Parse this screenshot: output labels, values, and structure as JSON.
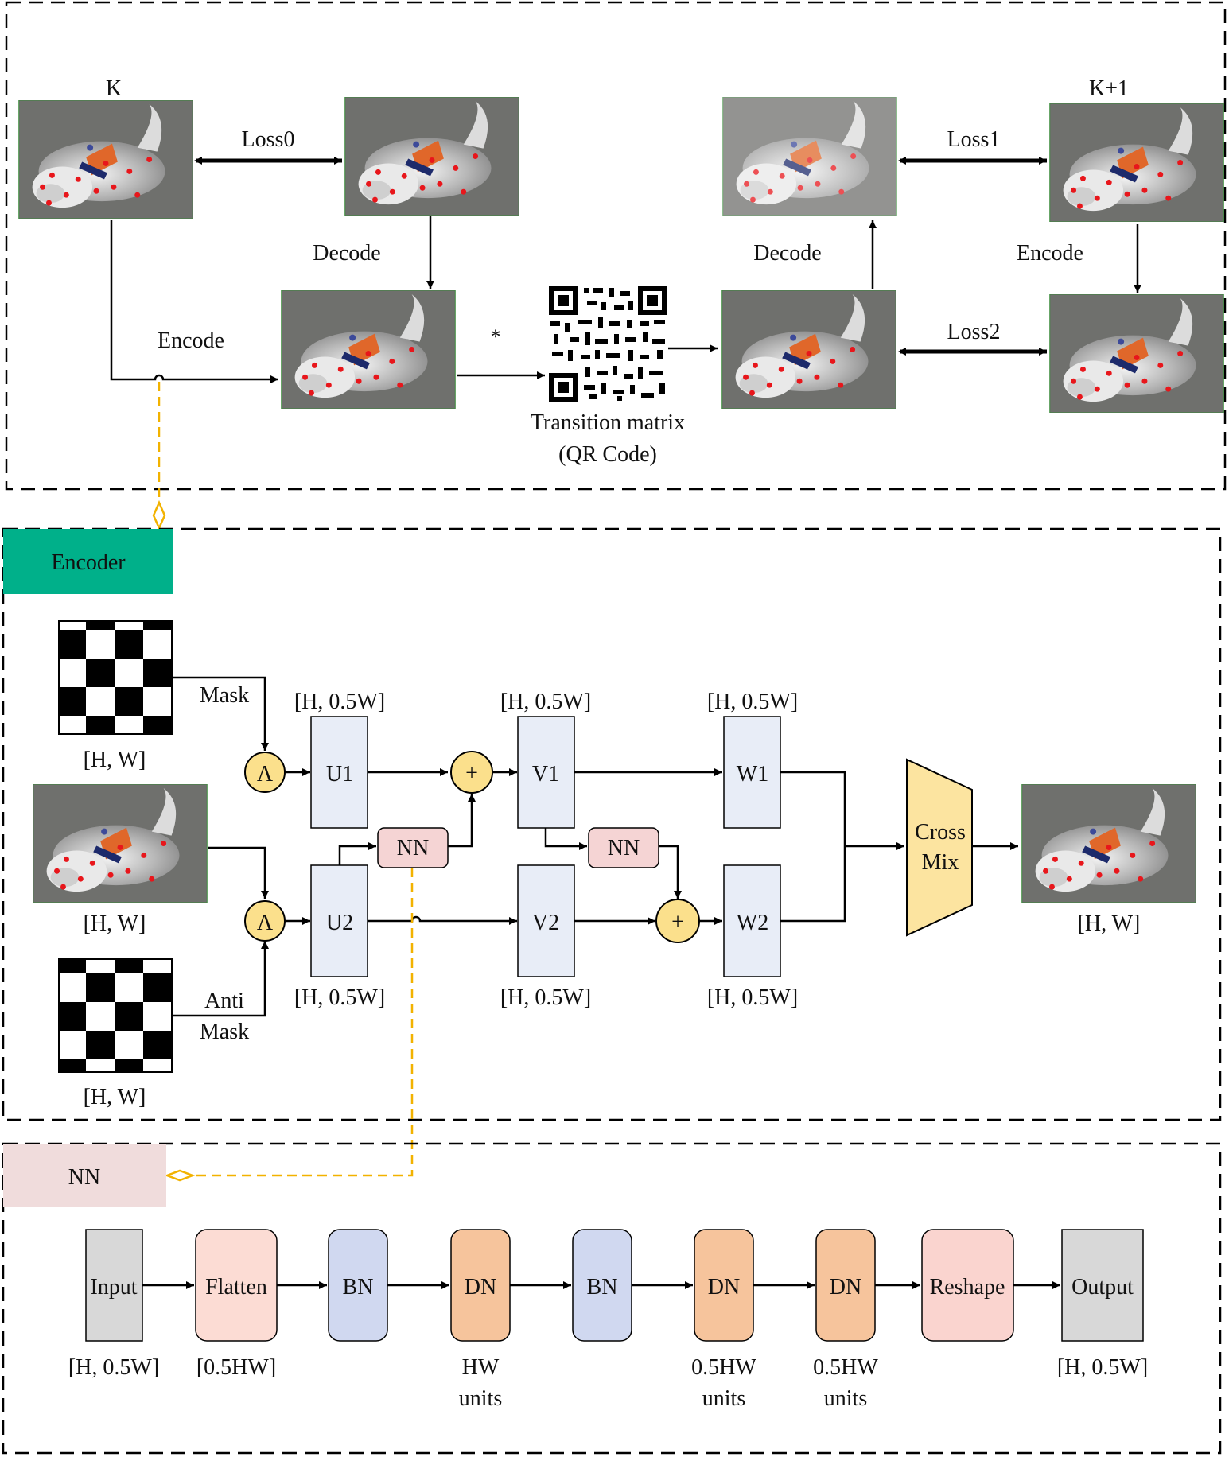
{
  "top_panel": {
    "frame_k_label": "K",
    "frame_k1_label": "K+1",
    "loss0": "Loss0",
    "loss1": "Loss1",
    "loss2": "Loss2",
    "decode_left": "Decode",
    "decode_right": "Decode",
    "encode_left": "Encode",
    "encode_right": "Encode",
    "multiply": "*",
    "qr_caption_line1": "Transition matrix",
    "qr_caption_line2": "(QR Code)"
  },
  "encoder_panel": {
    "title": "Encoder",
    "title_color": "#00b08a",
    "mask_label": "Mask",
    "anti_label_line1": "Anti",
    "anti_label_line2": "Mask",
    "dim_hw": "[H, W]",
    "dim_h05w": "[H, 0.5W]",
    "and_symbol": "Λ",
    "plus_symbol": "+",
    "u1": "U1",
    "u2": "U2",
    "v1": "V1",
    "v2": "V2",
    "w1": "W1",
    "w2": "W2",
    "nn": "NN",
    "cross_mix_line1": "Cross",
    "cross_mix_line2": "Mix"
  },
  "nn_panel": {
    "title": "NN",
    "title_color": "#f0dcdc",
    "blocks": [
      "Input",
      "Flatten",
      "BN",
      "DN",
      "BN",
      "DN",
      "DN",
      "Reshape",
      "Output"
    ],
    "caption_input": "[H, 0.5W]",
    "caption_flatten": "[0.5HW]",
    "caption_dn1_line1": "HW",
    "caption_dn1_line2": "units",
    "caption_dn2_line1": "0.5HW",
    "caption_dn2_line2": "units",
    "caption_dn3_line1": "0.5HW",
    "caption_dn3_line2": "units",
    "caption_output": "[H, 0.5W]"
  },
  "colors": {
    "node_fill": "#e8edf7",
    "circle_fill": "#fbe08c",
    "nn_fill": "#f5d4d4",
    "crossmix_fill": "#fce4a0",
    "gray_block": "#d8d8d8",
    "flatten_block": "#fcdcd4",
    "bn_block": "#d0d8f0",
    "dn_block": "#f6c49c",
    "reshape_block": "#fad4cf",
    "dashed_link": "#f2b200"
  }
}
